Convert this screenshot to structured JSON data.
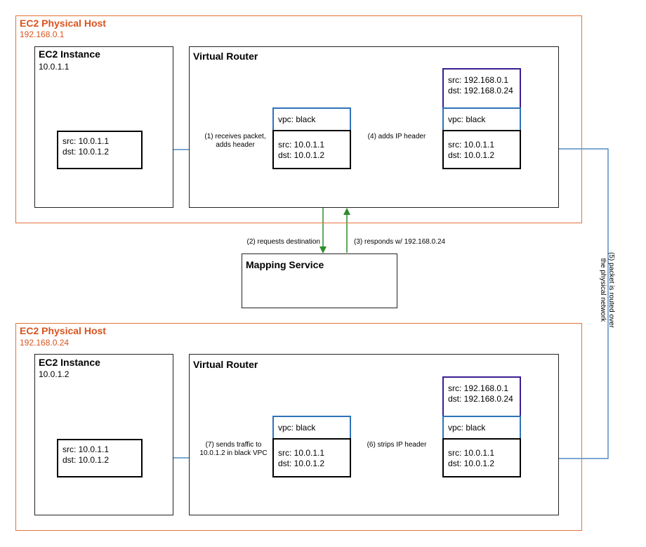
{
  "colors": {
    "host_border": "#e2733a",
    "host_text": "#d9531e",
    "flow_arrow": "#2e73b8",
    "service_arrow": "#2e8b2e",
    "vpc_border": "#2e73b8",
    "ip_header_border": "#3a1f91"
  },
  "top_host": {
    "title": "EC2 Physical Host",
    "ip": "192.168.0.1",
    "instance": {
      "title": "EC2 Instance",
      "ip": "10.0.1.1",
      "packet": {
        "src": "src: 10.0.1.1",
        "dst": "dst: 10.0.1.2"
      }
    },
    "router": {
      "title": "Virtual Router",
      "mid_packet": {
        "vpc": "vpc: black",
        "src": "src: 10.0.1.1",
        "dst": "dst: 10.0.1.2"
      },
      "right_packet": {
        "ip_src": "src: 192.168.0.1",
        "ip_dst": "dst: 192.168.0.24",
        "vpc": "vpc: black",
        "src": "src: 10.0.1.1",
        "dst": "dst: 10.0.1.2"
      }
    }
  },
  "mapping_service": {
    "title": "Mapping Service"
  },
  "bottom_host": {
    "title": "EC2 Physical Host",
    "ip": "192.168.0.24",
    "instance": {
      "title": "EC2 Instance",
      "ip": "10.0.1.2",
      "packet": {
        "src": "src: 10.0.1.1",
        "dst": "dst: 10.0.1.2"
      }
    },
    "router": {
      "title": "Virtual Router",
      "mid_packet": {
        "vpc": "vpc: black",
        "src": "src: 10.0.1.1",
        "dst": "dst: 10.0.1.2"
      },
      "right_packet": {
        "ip_src": "src: 192.168.0.1",
        "ip_dst": "dst: 192.168.0.24",
        "vpc": "vpc: black",
        "src": "src: 10.0.1.1",
        "dst": "dst: 10.0.1.2"
      }
    }
  },
  "steps": {
    "s1_line1": "(1) receives packet,",
    "s1_line2": "adds header",
    "s2": "(2) requests destination",
    "s3": "(3) responds w/ 192.168.0.24",
    "s4": "(4) adds IP header",
    "s5_line1": "(5) packet is routed over",
    "s5_line2": "the physical network",
    "s6": "(6) strips IP header",
    "s7_line1": "(7) sends traffic to",
    "s7_line2": "10.0.1.2 in black VPC"
  }
}
